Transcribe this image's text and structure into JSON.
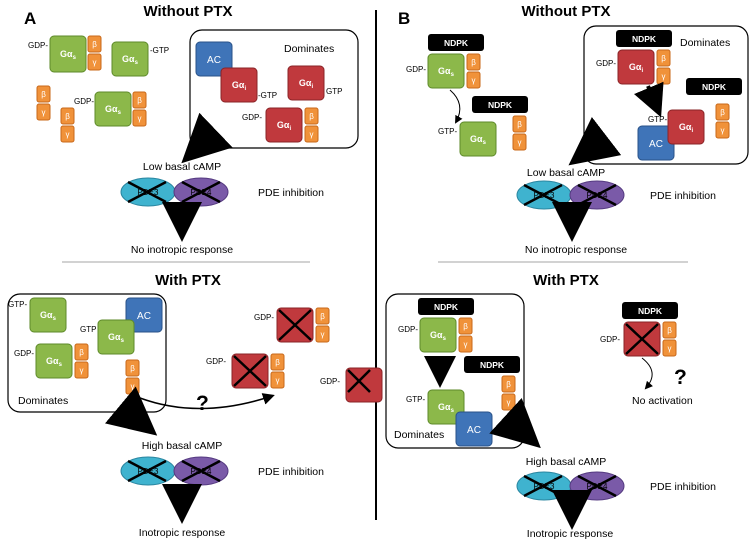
{
  "panel_a": {
    "letter": "A",
    "without_title": "Without PTX",
    "with_title": "With  PTX",
    "dominates": "Dominates",
    "low_basal": "Low basal cAMP",
    "high_basal": "High basal cAMP",
    "pde_inhibition": "PDE inhibition",
    "no_response": "No inotropic response",
    "response": "Inotropic response",
    "question": "?"
  },
  "panel_b": {
    "letter": "B",
    "without_title": "Without PTX",
    "with_title": "With PTX",
    "dominates": "Dominates",
    "low_basal": "Low basal cAMP",
    "high_basal": "High basal cAMP",
    "pde_inhibition": "PDE inhibition",
    "no_response": "No inotropic response",
    "response": "Inotropic response",
    "no_activation": "No activation",
    "question": "?"
  },
  "labels": {
    "gas": "Gα",
    "gas_sub": "s",
    "gai": "Gα",
    "gai_sub": "i",
    "beta": "β",
    "gamma": "γ",
    "gdp": "GDP-",
    "gtp": "GTP-",
    "gtp_plain": "GTP",
    "gtp_after": "-GTP",
    "ac": "AC",
    "ndpk": "NDPK",
    "pde3": "PDE3",
    "pde4": "PDE4"
  },
  "colors": {
    "gas_fill": "#8cb84a",
    "gas_stroke": "#5e8a2a",
    "gai_fill": "#c0393d",
    "gai_stroke": "#8a2427",
    "beta_gamma_fill": "#f0923a",
    "beta_gamma_stroke": "#c8681a",
    "ac_fill": "#3f74b8",
    "pde3_fill": "#3fb3cf",
    "pde4_fill": "#7a5aa8",
    "ndpk_fill": "#000000"
  }
}
